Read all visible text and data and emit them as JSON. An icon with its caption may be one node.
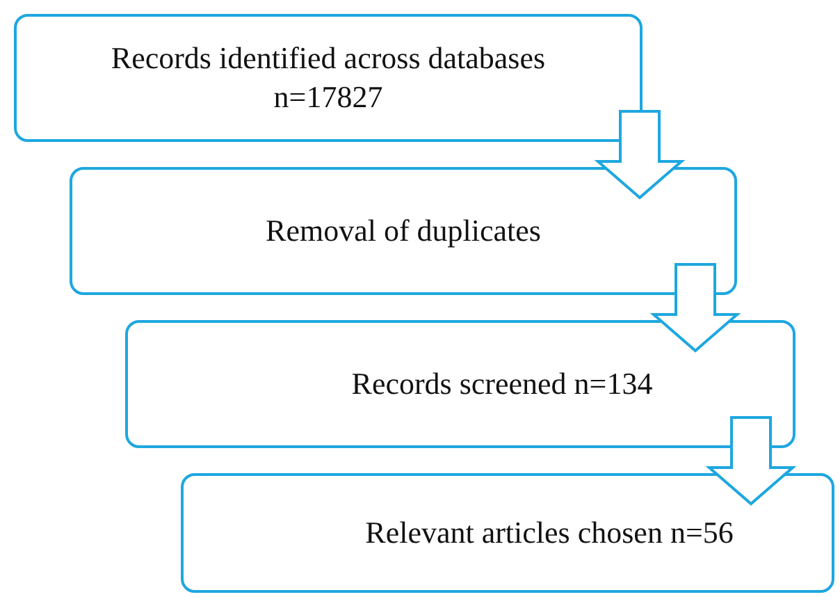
{
  "diagram": {
    "nodes": [
      {
        "text": [
          "Records identified across databases n=17827"
        ]
      },
      {
        "text": [
          "Removal of duplicates"
        ]
      },
      {
        "text": [
          "Records screened n=134"
        ]
      },
      {
        "text": [
          "Relevant articles chosen n=56"
        ]
      }
    ],
    "edges": [
      {
        "from": 0,
        "to": 1,
        "arrow": "to"
      },
      {
        "from": 1,
        "to": 2,
        "arrow": "to"
      },
      {
        "from": 2,
        "to": 3,
        "arrow": "to"
      }
    ]
  }
}
